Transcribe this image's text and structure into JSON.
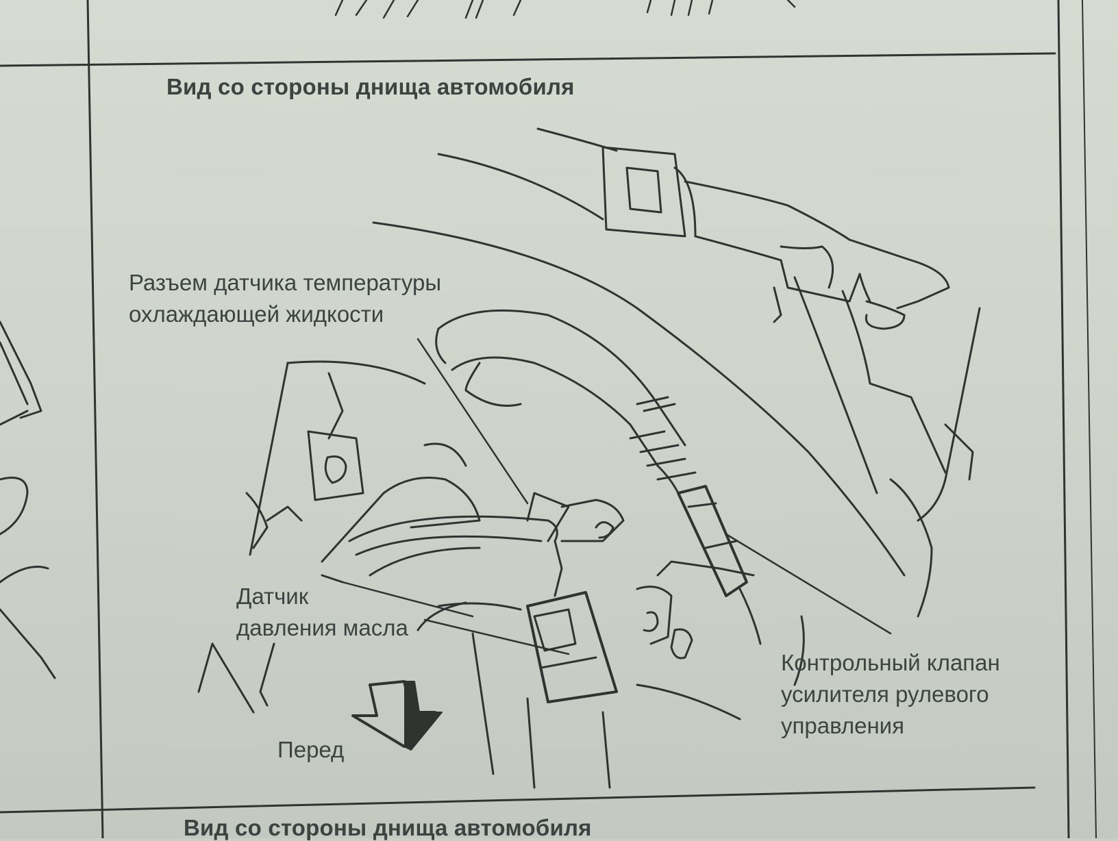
{
  "diagram": {
    "section_title": "Вид со стороны днища автомобиля",
    "next_section_title": "Вид со стороны днища автомобиля",
    "callouts": {
      "coolant_temp_connector": {
        "line1": "Разъем датчика температуры",
        "line2": "охлаждающей жидкости"
      },
      "oil_pressure_sensor": {
        "line1": "Датчик",
        "line2": "давления масла"
      },
      "power_steering_valve": {
        "line1": "Контрольный клапан",
        "line2": "усилителя рулевого",
        "line3": "управления"
      },
      "front_arrow": {
        "label": "Перед"
      }
    },
    "colors": {
      "paper": "#d3d8cf",
      "ink": "#2f3431"
    }
  }
}
